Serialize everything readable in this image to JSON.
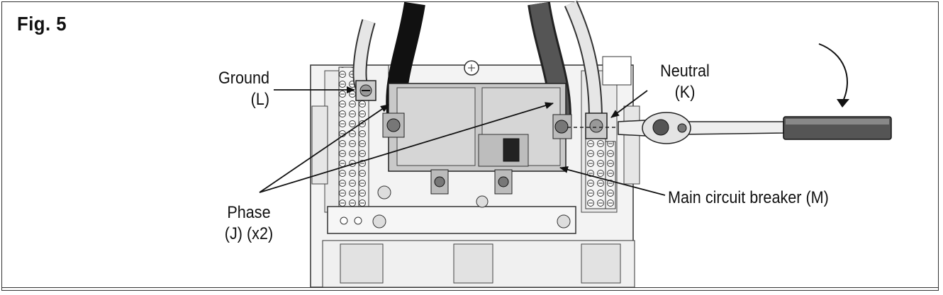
{
  "figure": {
    "title": "Fig. 5"
  },
  "labels": {
    "ground_line1": "Ground",
    "ground_line2": "(L)",
    "neutral_line1": "Neutral",
    "neutral_line2": "(K)",
    "phase_line1": "Phase",
    "phase_line2": "(J) (x2)",
    "main_breaker": "Main circuit breaker (M)"
  },
  "icons": [
    "breaker-panel-illustration",
    "torque-wrench-icon",
    "rotation-arrow-icon"
  ],
  "colors": {
    "line": "#222222",
    "panel_fill": "#f2f2f2",
    "breaker_fill": "#c9c9c9",
    "black_wire": "#111111",
    "grey_wire": "#555555",
    "white_wire": "#e8e8e8"
  }
}
